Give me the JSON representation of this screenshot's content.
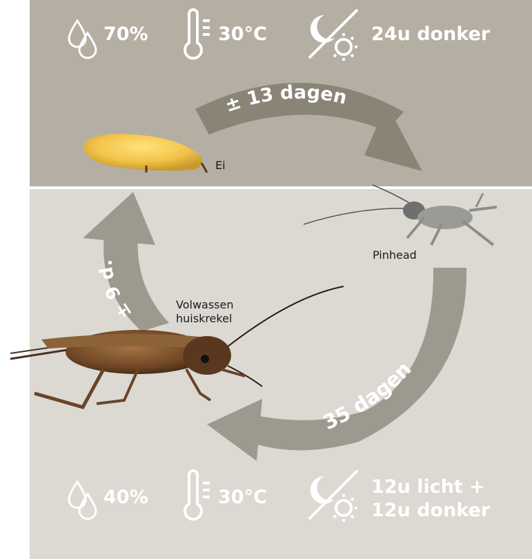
{
  "top": {
    "humidity": "70%",
    "temperature": "30°C",
    "light": "24u donker"
  },
  "bottom": {
    "humidity": "40%",
    "temperature": "30°C",
    "light_line1": "12u licht +",
    "light_line2": "12u donker"
  },
  "arrows": {
    "egg_to_pinhead": "± 13 dagen",
    "pinhead_to_adult": "35 dagen",
    "adult_to_egg": "± 9 d."
  },
  "labels": {
    "egg": "Ei",
    "pinhead": "Pinhead",
    "adult_line1": "Volwassen",
    "adult_line2": "huiskrekel"
  },
  "colors": {
    "top_panel": "#b5aea3",
    "bottom_panel": "#dcd9d3",
    "arrow_top": "#8a8477",
    "arrow_bottom": "#9e998e",
    "icon": "#ffffff"
  }
}
